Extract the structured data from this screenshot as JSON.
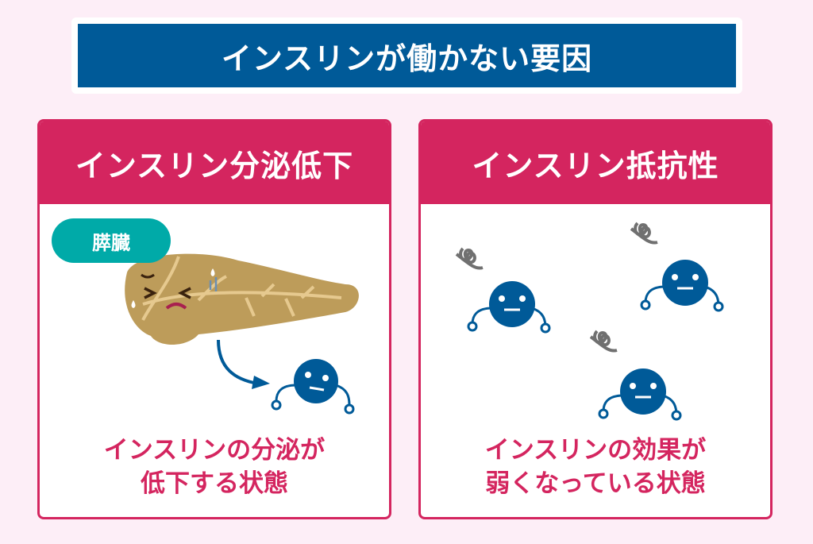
{
  "title": "インスリンが働かない要因",
  "cards": [
    {
      "heading": "インスリン分泌低下",
      "badge": "膵臓",
      "caption_line1": "インスリンの分泌が",
      "caption_line2": "低下する状態"
    },
    {
      "heading": "インスリン抵抗性",
      "caption_line1": "インスリンの効果が",
      "caption_line2": "弱くなっている状態"
    }
  ],
  "colors": {
    "accent": "#d4255f",
    "navy": "#005a98",
    "teal": "#00aaa8",
    "pancreas": "#bd9c5a"
  }
}
